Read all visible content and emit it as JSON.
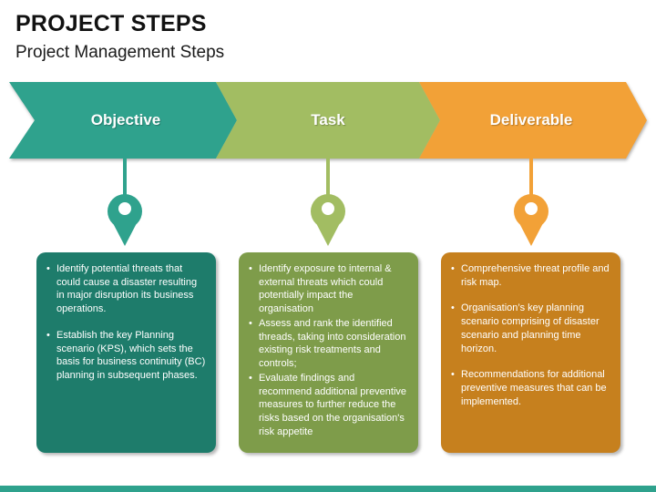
{
  "slide": {
    "title": "PROJECT STEPS",
    "subtitle": "Project Management Steps"
  },
  "colors": {
    "teal_arrow": "#2FA28D",
    "teal_box": "#1E7C6B",
    "green_arrow": "#A2BD62",
    "green_box": "#7E9C4A",
    "orange_arrow": "#F2A137",
    "orange_box": "#C6801E",
    "footer_bar": "#2FA28D",
    "text_on_color": "#FFFFFF",
    "title_text": "#111111"
  },
  "steps": [
    {
      "label": "Objective",
      "arrow_color": "#2FA28D",
      "box_color": "#1E7C6B",
      "bullets": [
        "Identify potential threats that could cause a disaster resulting in major disruption its business operations.",
        "Establish the key Planning scenario (KPS), which sets the basis for business continuity (BC) planning in subsequent phases."
      ]
    },
    {
      "label": "Task",
      "arrow_color": "#A2BD62",
      "box_color": "#7E9C4A",
      "bullets": [
        "Identify exposure to internal & external threats which could potentially impact the organisation",
        "Assess and rank the identified threads, taking into consideration existing risk treatments and controls;",
        "Evaluate findings and recommend additional preventive measures to further reduce the risks based on the organisation's risk appetite"
      ]
    },
    {
      "label": "Deliverable",
      "arrow_color": "#F2A137",
      "box_color": "#C6801E",
      "bullets": [
        "Comprehensive threat profile and risk map.",
        "Organisation’s key planning scenario comprising of disaster scenario and planning time horizon.",
        "Recommendations for additional preventive measures that can be implemented."
      ]
    }
  ]
}
